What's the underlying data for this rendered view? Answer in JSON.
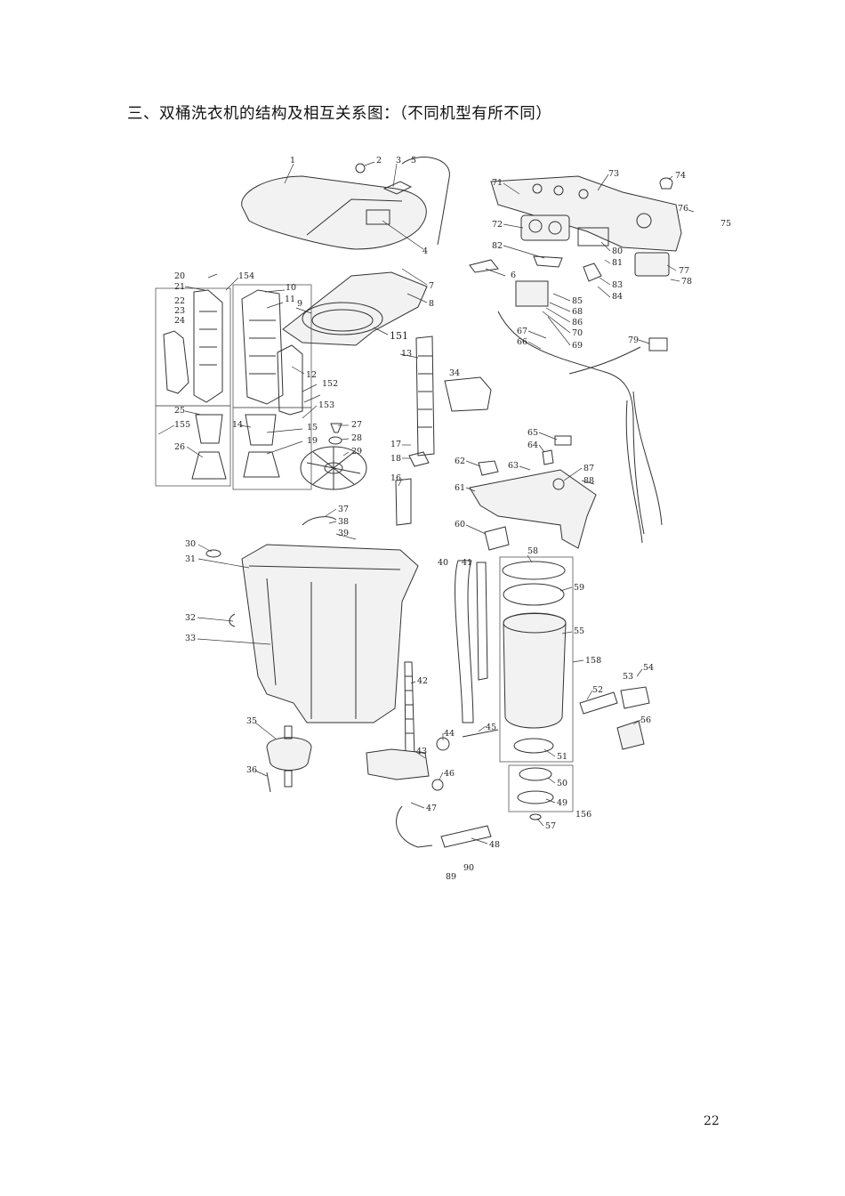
{
  "heading": "三、双桶洗衣机的结构及相互关系图：（不同机型有所不同）",
  "page_number": "22",
  "callouts": [
    {
      "id": "c1",
      "text": "1"
    },
    {
      "id": "c2",
      "text": "2"
    },
    {
      "id": "c3",
      "text": "3"
    },
    {
      "id": "c5",
      "text": "5"
    },
    {
      "id": "c4",
      "text": "4"
    },
    {
      "id": "c6",
      "text": "6"
    },
    {
      "id": "c7",
      "text": "7"
    },
    {
      "id": "c8",
      "text": "8"
    },
    {
      "id": "c9",
      "text": "9"
    },
    {
      "id": "c10",
      "text": "10"
    },
    {
      "id": "c11",
      "text": "11"
    },
    {
      "id": "c12",
      "text": "12"
    },
    {
      "id": "c13",
      "text": "13"
    },
    {
      "id": "c14",
      "text": "14"
    },
    {
      "id": "c15",
      "text": "15"
    },
    {
      "id": "c16",
      "text": "16"
    },
    {
      "id": "c17",
      "text": "17"
    },
    {
      "id": "c18",
      "text": "18"
    },
    {
      "id": "c19",
      "text": "19"
    },
    {
      "id": "c20",
      "text": "20"
    },
    {
      "id": "c21",
      "text": "21"
    },
    {
      "id": "c22",
      "text": "22"
    },
    {
      "id": "c23",
      "text": "23"
    },
    {
      "id": "c24",
      "text": "24"
    },
    {
      "id": "c25",
      "text": "25"
    },
    {
      "id": "c26",
      "text": "26"
    },
    {
      "id": "c27",
      "text": "27"
    },
    {
      "id": "c28",
      "text": "28"
    },
    {
      "id": "c29",
      "text": "29"
    },
    {
      "id": "c30",
      "text": "30"
    },
    {
      "id": "c31",
      "text": "31"
    },
    {
      "id": "c32",
      "text": "32"
    },
    {
      "id": "c33",
      "text": "33"
    },
    {
      "id": "c34",
      "text": "34"
    },
    {
      "id": "c35",
      "text": "35"
    },
    {
      "id": "c36",
      "text": "36"
    },
    {
      "id": "c37",
      "text": "37"
    },
    {
      "id": "c38",
      "text": "38"
    },
    {
      "id": "c39",
      "text": "39"
    },
    {
      "id": "c40",
      "text": "40"
    },
    {
      "id": "c41",
      "text": "41"
    },
    {
      "id": "c42",
      "text": "42"
    },
    {
      "id": "c43",
      "text": "43"
    },
    {
      "id": "c44",
      "text": "44"
    },
    {
      "id": "c45",
      "text": "45"
    },
    {
      "id": "c46",
      "text": "46"
    },
    {
      "id": "c47",
      "text": "47"
    },
    {
      "id": "c48",
      "text": "48"
    },
    {
      "id": "c49",
      "text": "49"
    },
    {
      "id": "c50",
      "text": "50"
    },
    {
      "id": "c51",
      "text": "51"
    },
    {
      "id": "c52",
      "text": "52"
    },
    {
      "id": "c53",
      "text": "53"
    },
    {
      "id": "c54",
      "text": "54"
    },
    {
      "id": "c55",
      "text": "55"
    },
    {
      "id": "c56",
      "text": "56"
    },
    {
      "id": "c57",
      "text": "57"
    },
    {
      "id": "c58",
      "text": "58"
    },
    {
      "id": "c59",
      "text": "59"
    },
    {
      "id": "c60",
      "text": "60"
    },
    {
      "id": "c61",
      "text": "61"
    },
    {
      "id": "c62",
      "text": "62"
    },
    {
      "id": "c63",
      "text": "63"
    },
    {
      "id": "c64",
      "text": "64"
    },
    {
      "id": "c65",
      "text": "65"
    },
    {
      "id": "c66",
      "text": "66"
    },
    {
      "id": "c67",
      "text": "67"
    },
    {
      "id": "c68",
      "text": "68"
    },
    {
      "id": "c69",
      "text": "69"
    },
    {
      "id": "c70",
      "text": "70"
    },
    {
      "id": "c71",
      "text": "71"
    },
    {
      "id": "c72",
      "text": "72"
    },
    {
      "id": "c73",
      "text": "73"
    },
    {
      "id": "c74",
      "text": "74"
    },
    {
      "id": "c75",
      "text": "75"
    },
    {
      "id": "c76",
      "text": "76"
    },
    {
      "id": "c77",
      "text": "77"
    },
    {
      "id": "c78",
      "text": "78"
    },
    {
      "id": "c79",
      "text": "79"
    },
    {
      "id": "c80",
      "text": "80"
    },
    {
      "id": "c81",
      "text": "81"
    },
    {
      "id": "c82",
      "text": "82"
    },
    {
      "id": "c83",
      "text": "83"
    },
    {
      "id": "c84",
      "text": "84"
    },
    {
      "id": "c85",
      "text": "85"
    },
    {
      "id": "c86",
      "text": "86"
    },
    {
      "id": "c87",
      "text": "87"
    },
    {
      "id": "c88",
      "text": "88"
    },
    {
      "id": "c89",
      "text": "89"
    },
    {
      "id": "c90",
      "text": "90"
    },
    {
      "id": "c151",
      "text": "151"
    },
    {
      "id": "c152",
      "text": "152"
    },
    {
      "id": "c153",
      "text": "153"
    },
    {
      "id": "c154",
      "text": "154"
    },
    {
      "id": "c155",
      "text": "155"
    },
    {
      "id": "c156",
      "text": "156"
    },
    {
      "id": "c158",
      "text": "158"
    }
  ]
}
